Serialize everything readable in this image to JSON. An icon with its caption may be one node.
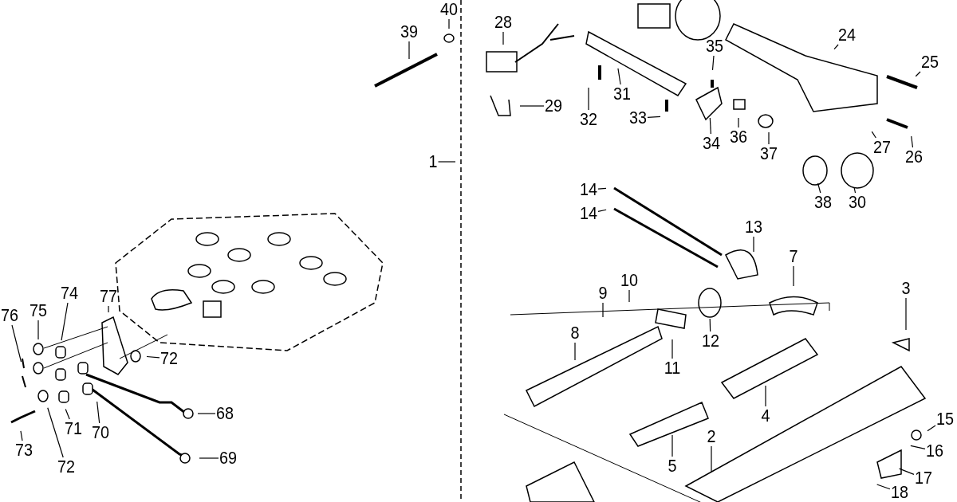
{
  "diagram": {
    "nodes": [
      {
        "text": [
          "40"
        ]
      },
      {
        "text": [
          "39"
        ]
      },
      {
        "text": [
          "28"
        ]
      },
      {
        "text": [
          "24"
        ]
      },
      {
        "text": [
          "35"
        ]
      },
      {
        "text": [
          "25"
        ]
      },
      {
        "text": [
          "31"
        ]
      },
      {
        "text": [
          "29"
        ]
      },
      {
        "text": [
          "32"
        ]
      },
      {
        "text": [
          "33"
        ]
      },
      {
        "text": [
          "34"
        ]
      },
      {
        "text": [
          "36"
        ]
      },
      {
        "text": [
          "37"
        ]
      },
      {
        "text": [
          "27"
        ]
      },
      {
        "text": [
          "26"
        ]
      },
      {
        "text": [
          "1"
        ]
      },
      {
        "text": [
          "14"
        ]
      },
      {
        "text": [
          "38"
        ]
      },
      {
        "text": [
          "30"
        ]
      },
      {
        "text": [
          "14"
        ]
      },
      {
        "text": [
          "13"
        ]
      },
      {
        "text": [
          "7"
        ]
      },
      {
        "text": [
          "10"
        ]
      },
      {
        "text": [
          "9"
        ]
      },
      {
        "text": [
          "3"
        ]
      },
      {
        "text": [
          "77"
        ]
      },
      {
        "text": [
          "74"
        ]
      },
      {
        "text": [
          "75"
        ]
      },
      {
        "text": [
          "76"
        ]
      },
      {
        "text": [
          "8"
        ]
      },
      {
        "text": [
          "12"
        ]
      },
      {
        "text": [
          "72"
        ]
      },
      {
        "text": [
          "11"
        ]
      },
      {
        "text": [
          "68"
        ]
      },
      {
        "text": [
          "4"
        ]
      },
      {
        "text": [
          "15"
        ]
      },
      {
        "text": [
          "71"
        ]
      },
      {
        "text": [
          "70"
        ]
      },
      {
        "text": [
          "2"
        ]
      },
      {
        "text": [
          "73"
        ]
      },
      {
        "text": [
          "16"
        ]
      },
      {
        "text": [
          "69"
        ]
      },
      {
        "text": [
          "5"
        ]
      },
      {
        "text": [
          "72"
        ]
      },
      {
        "text": [
          "17"
        ]
      },
      {
        "text": [
          "18"
        ]
      }
    ],
    "edges": [
      {
        "from": 0,
        "to": null,
        "arrow": "none"
      },
      {
        "from": 1,
        "to": null,
        "arrow": "none"
      },
      {
        "from": 2,
        "to": null,
        "arrow": "none"
      },
      {
        "from": 3,
        "to": null,
        "arrow": "none"
      },
      {
        "from": 4,
        "to": null,
        "arrow": "none"
      },
      {
        "from": 5,
        "to": null,
        "arrow": "none"
      },
      {
        "from": 6,
        "to": null,
        "arrow": "none"
      },
      {
        "from": 7,
        "to": null,
        "arrow": "none"
      },
      {
        "from": 8,
        "to": null,
        "arrow": "none"
      },
      {
        "from": 9,
        "to": null,
        "arrow": "none"
      },
      {
        "from": 10,
        "to": null,
        "arrow": "none"
      },
      {
        "from": 11,
        "to": null,
        "arrow": "none"
      },
      {
        "from": 12,
        "to": null,
        "arrow": "none"
      },
      {
        "from": 13,
        "to": null,
        "arrow": "none"
      },
      {
        "from": 14,
        "to": null,
        "arrow": "none"
      },
      {
        "from": 15,
        "to": null,
        "arrow": "none"
      },
      {
        "from": 16,
        "to": null,
        "arrow": "none"
      },
      {
        "from": 17,
        "to": null,
        "arrow": "none"
      },
      {
        "from": 18,
        "to": null,
        "arrow": "none"
      },
      {
        "from": 19,
        "to": null,
        "arrow": "none"
      },
      {
        "from": 20,
        "to": null,
        "arrow": "none"
      },
      {
        "from": 21,
        "to": null,
        "arrow": "none"
      },
      {
        "from": 22,
        "to": null,
        "arrow": "none"
      },
      {
        "from": 23,
        "to": null,
        "arrow": "none"
      },
      {
        "from": 24,
        "to": null,
        "arrow": "none"
      },
      {
        "from": 25,
        "to": null,
        "arrow": "none"
      },
      {
        "from": 26,
        "to": null,
        "arrow": "none"
      },
      {
        "from": 27,
        "to": null,
        "arrow": "none"
      },
      {
        "from": 28,
        "to": null,
        "arrow": "none"
      },
      {
        "from": 29,
        "to": null,
        "arrow": "none"
      },
      {
        "from": 30,
        "to": null,
        "arrow": "none"
      },
      {
        "from": 31,
        "to": null,
        "arrow": "none"
      },
      {
        "from": 32,
        "to": null,
        "arrow": "none"
      },
      {
        "from": 33,
        "to": null,
        "arrow": "none"
      },
      {
        "from": 34,
        "to": null,
        "arrow": "none"
      },
      {
        "from": 35,
        "to": null,
        "arrow": "none"
      },
      {
        "from": 36,
        "to": null,
        "arrow": "none"
      },
      {
        "from": 37,
        "to": null,
        "arrow": "none"
      },
      {
        "from": 38,
        "to": null,
        "arrow": "none"
      },
      {
        "from": 39,
        "to": null,
        "arrow": "none"
      },
      {
        "from": 40,
        "to": null,
        "arrow": "none"
      },
      {
        "from": 41,
        "to": null,
        "arrow": "none"
      },
      {
        "from": 42,
        "to": null,
        "arrow": "none"
      },
      {
        "from": 43,
        "to": null,
        "arrow": "none"
      },
      {
        "from": 44,
        "to": null,
        "arrow": "none"
      },
      {
        "from": 45,
        "to": null,
        "arrow": "none"
      }
    ]
  }
}
